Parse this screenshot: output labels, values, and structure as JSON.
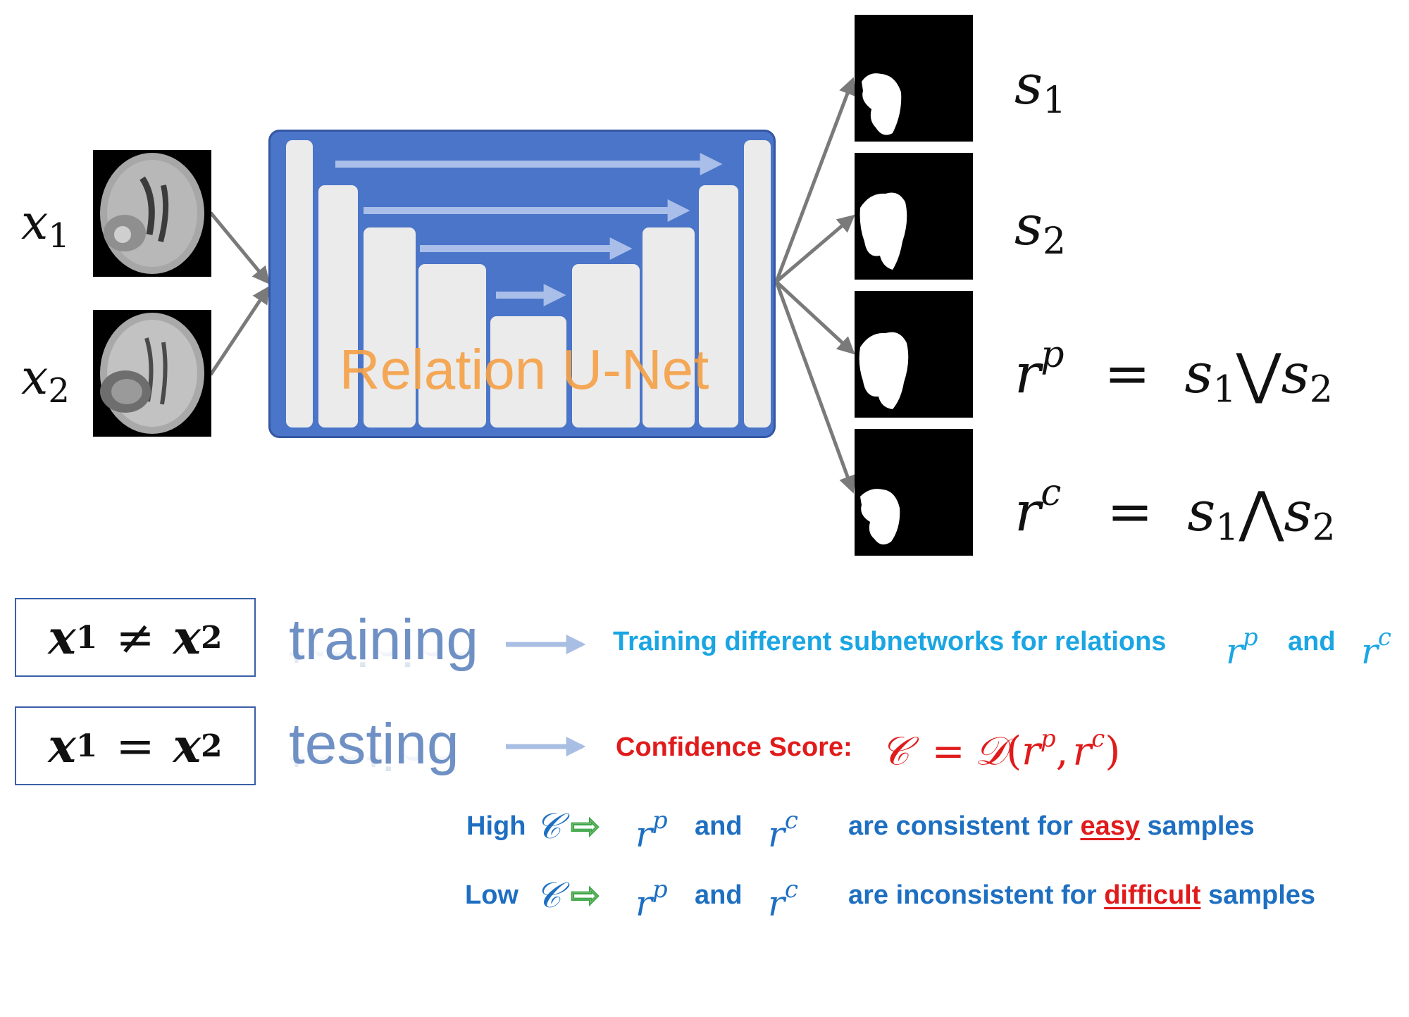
{
  "inputs": {
    "x1": {
      "base": "x",
      "sub": "1"
    },
    "x2": {
      "base": "x",
      "sub": "2"
    }
  },
  "network": {
    "title": "Relation U-Net"
  },
  "outputs": {
    "s1": {
      "base": "s",
      "sub": "1"
    },
    "s2": {
      "base": "s",
      "sub": "2"
    },
    "rp": {
      "base": "r",
      "sup": "p",
      "equals": "=",
      "lhs": "s",
      "lhs_sub": "1",
      "op": "⋁",
      "rhs": "s",
      "rhs_sub": "2"
    },
    "rc": {
      "base": "r",
      "sup": "c",
      "equals": "=",
      "lhs": "s",
      "lhs_sub": "1",
      "op": "⋀",
      "rhs": "s",
      "rhs_sub": "2"
    }
  },
  "training": {
    "condition": {
      "a": "x",
      "a_sub": "1",
      "rel": "≠",
      "b": "x",
      "b_sub": "2"
    },
    "phase": "training",
    "text": "Training different subnetworks for relations",
    "sym1": {
      "base": "r",
      "sup": "p"
    },
    "and": "and",
    "sym2": {
      "base": "r",
      "sup": "c"
    }
  },
  "testing": {
    "condition": {
      "a": "x",
      "a_sub": "1",
      "rel": "=",
      "b": "x",
      "b_sub": "2"
    },
    "phase": "testing",
    "label": "Confidence Score:",
    "formula": {
      "C": "𝒞",
      "eq": "=",
      "D": "𝒟",
      "open": "(",
      "r1": "r",
      "r1_sup": "p",
      "comma": ",",
      "r2": "r",
      "r2_sup": "c",
      "close": ")"
    }
  },
  "high_line": {
    "lead": "High",
    "C": "𝒞",
    "arrow": "⇨",
    "r1": "r",
    "r1_sup": "p",
    "and": "and",
    "r2": "r",
    "r2_sup": "c",
    "pre": "are consistent for",
    "key": "easy",
    "post": "samples"
  },
  "low_line": {
    "lead": "Low",
    "C": "𝒞",
    "arrow": "⇨",
    "r1": "r",
    "r1_sup": "p",
    "and": "and",
    "r2": "r",
    "r2_sup": "c",
    "pre": "are inconsistent for",
    "key": "difficult",
    "post": "samples"
  },
  "colors": {
    "unet_blue": "#4a75c8",
    "title_orange": "#f5a24a",
    "phase_blue": "#6f90c4",
    "training_cyan": "#1ba6e3",
    "score_red": "#e01b1b",
    "line_blue": "#1e6fc1",
    "arrow_green": "#3aa84a",
    "arrow_fill": "#f3c9a4"
  }
}
